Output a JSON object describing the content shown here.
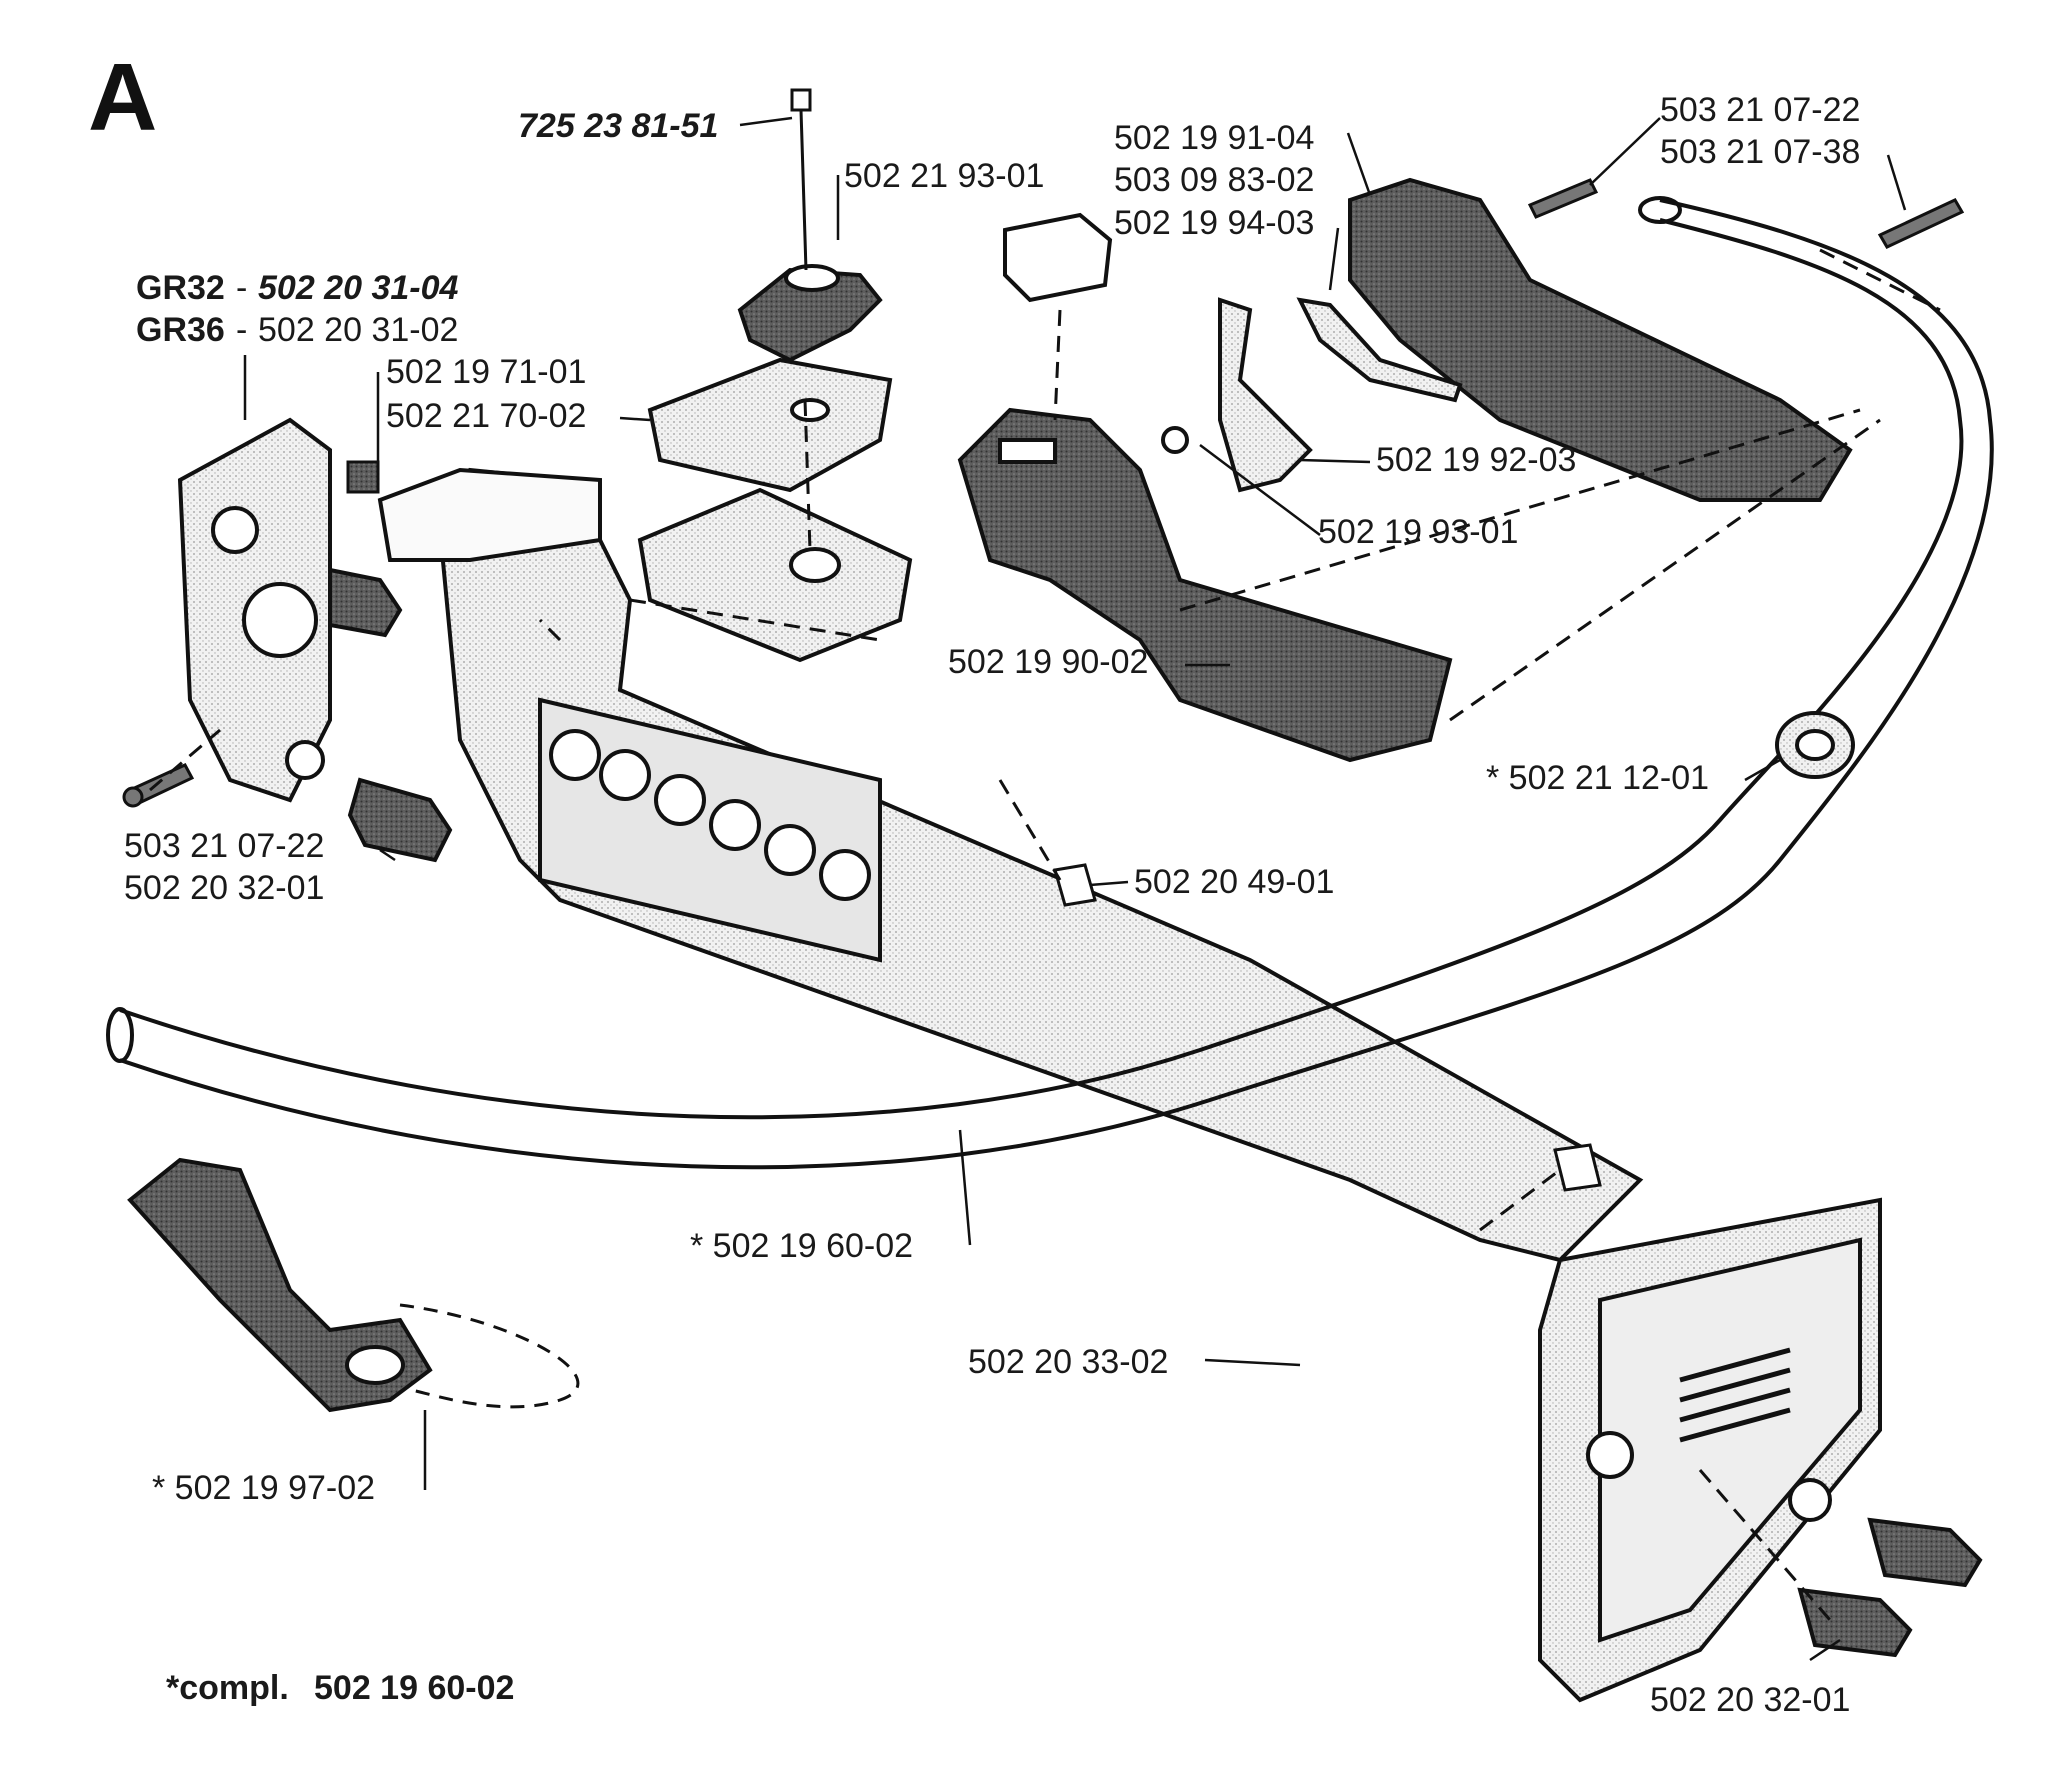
{
  "sheet_letter": "A",
  "footnote": {
    "prefix": "*compl.",
    "part": "502 19 60-02"
  },
  "labels": {
    "bolt": "725 23 81-51",
    "knob": "502 21 93-01",
    "gr32_model": "GR32",
    "gr32_part": "502 20 31-04",
    "gr36_model": "GR36",
    "gr36_part": "502 20 31-02",
    "nut": "502 19 71-01",
    "clamp": "502 21 70-02",
    "switch_a": "502 19 91-04",
    "switch_b": "503 09 83-02",
    "switch_c": "502 19 94-03",
    "screw_a": "503 21 07-22",
    "screw_b": "503 21 07-38",
    "throttle_trigger": "502 19 92-03",
    "spring": "502 19 93-01",
    "handle_half": "502 19 90-02",
    "cable_clip": "* 502 21 12-01",
    "screw_left": "503 21 07-22",
    "plug_left": "502 20 32-01",
    "clip_nut": "502 20 49-01",
    "handlebar": "* 502 19 60-02",
    "frame": "502 20 33-02",
    "grip": "* 502 19 97-02",
    "plug_right": "502 20 32-01"
  }
}
